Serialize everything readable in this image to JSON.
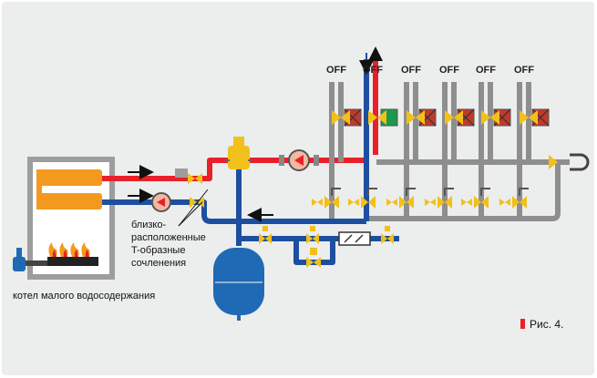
{
  "zone_labels": [
    "OFF",
    "OFF",
    "OFF",
    "OFF",
    "OFF",
    "OFF"
  ],
  "tee_annotation": [
    "близко-",
    "расположенные",
    "T-образные",
    "сочленения"
  ],
  "boiler_caption": "котел малого водосодержания",
  "figure_label": "Рис. 4.",
  "colors": {
    "supply": "#e8202a",
    "return": "#1d4fa0",
    "off_pipe": "#8e8e8e",
    "valve": "#f2c01a",
    "zone_valve": "#c0392b",
    "active_zone_valve": "#1a9a4a",
    "tank": "#1f6ab4"
  },
  "zones": [
    {
      "label_index": 0,
      "state": "off"
    },
    {
      "label_index": 1,
      "state": "on"
    },
    {
      "label_index": 2,
      "state": "off"
    },
    {
      "label_index": 3,
      "state": "off"
    },
    {
      "label_index": 4,
      "state": "off"
    },
    {
      "label_index": 5,
      "state": "off"
    }
  ]
}
